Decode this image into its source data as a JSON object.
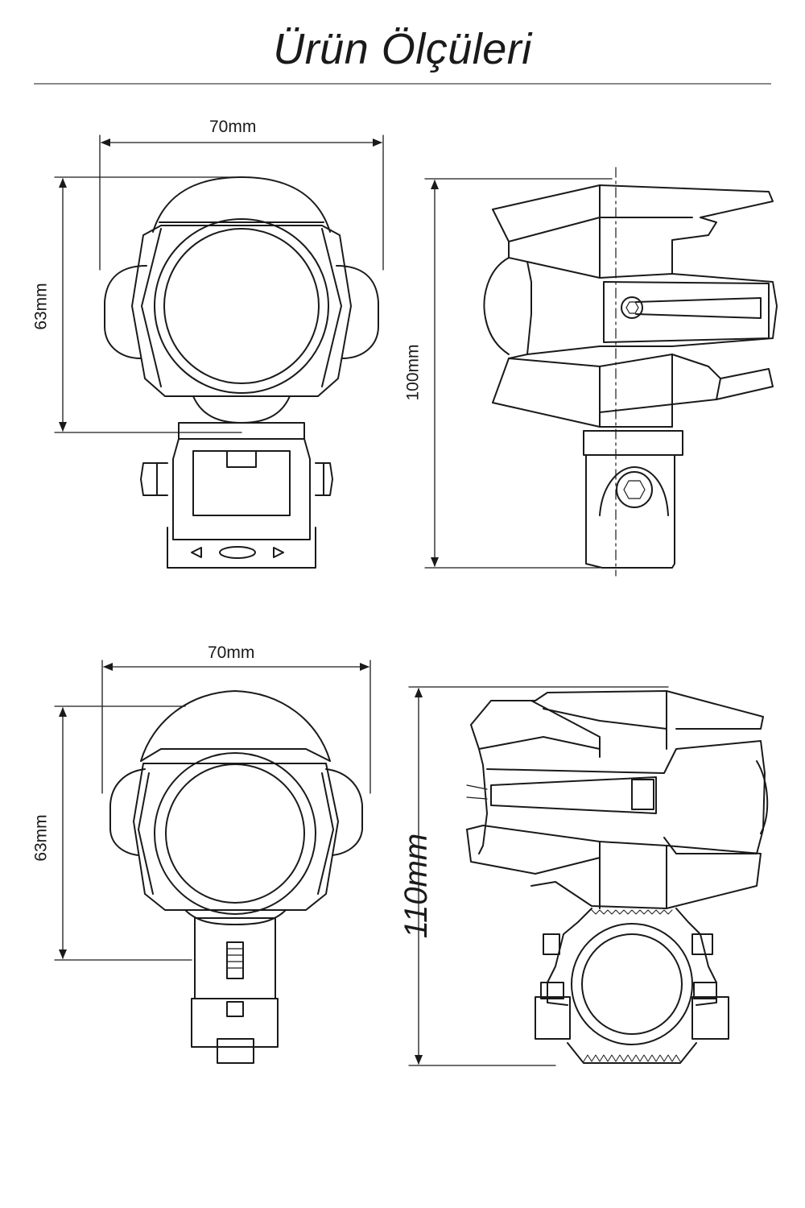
{
  "title": "Ürün Ölçüleri",
  "views": {
    "top_front": {
      "width_label": "70mm",
      "height_label": "63mm"
    },
    "top_side": {
      "height_label": "100mm"
    },
    "bottom_front": {
      "width_label": "70mm",
      "height_label": "63mm"
    },
    "bottom_side": {
      "height_label": "110mm"
    }
  },
  "colors": {
    "line": "#1a1a1a",
    "rule": "#8a8a8a",
    "dim": "#333333"
  }
}
